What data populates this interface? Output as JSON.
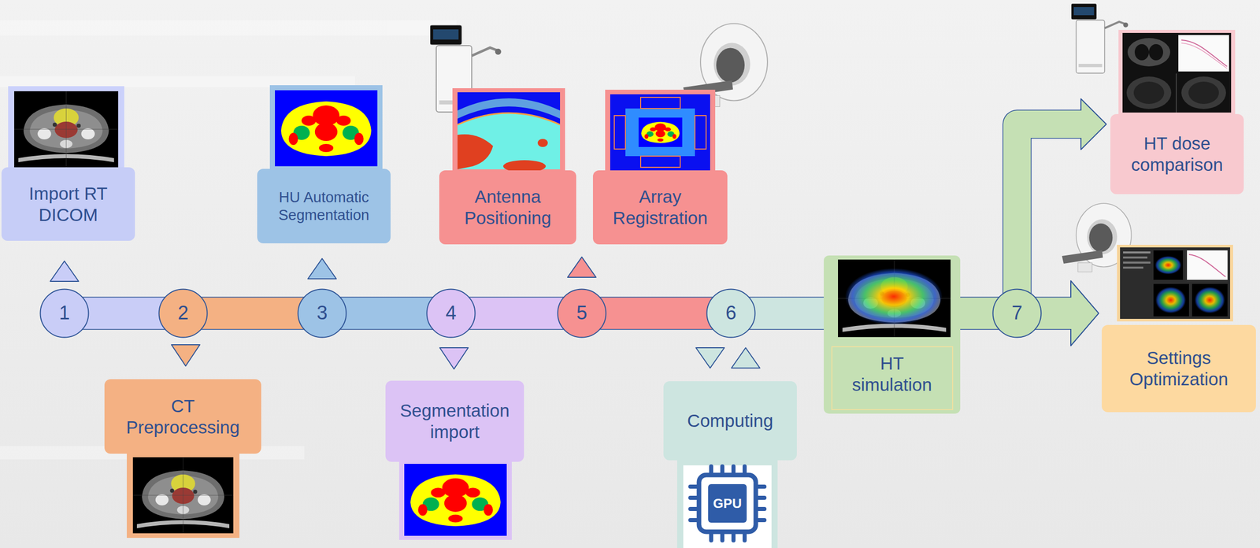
{
  "diagram": {
    "nodes": [
      {
        "text": [
          "1"
        ]
      },
      {
        "text": [
          "2"
        ]
      },
      {
        "text": [
          "3"
        ]
      },
      {
        "text": [
          "4"
        ]
      },
      {
        "text": [
          "5"
        ]
      },
      {
        "text": [
          "6"
        ]
      },
      {
        "text": [
          "7"
        ]
      },
      {
        "text": [
          "Import RT DICOM"
        ]
      },
      {
        "text": [
          "CT Preprocessing"
        ]
      },
      {
        "text": [
          "HU Automatic Segmentation"
        ]
      },
      {
        "text": [
          "Segmentation import"
        ]
      },
      {
        "text": [
          "Antenna Positioning"
        ]
      },
      {
        "text": [
          "Array Registration"
        ]
      },
      {
        "text": [
          "Computing"
        ]
      },
      {
        "text": [
          "HT simulation"
        ]
      },
      {
        "text": [
          "HT dose comparison"
        ]
      },
      {
        "text": [
          "Settings Optimization"
        ]
      }
    ],
    "edges": [
      {
        "from": 0,
        "to": 1,
        "arrow": "none"
      },
      {
        "from": 1,
        "to": 2,
        "arrow": "none"
      },
      {
        "from": 2,
        "to": 3,
        "arrow": "none"
      },
      {
        "from": 3,
        "to": 4,
        "arrow": "none"
      },
      {
        "from": 4,
        "to": 5,
        "arrow": "none"
      },
      {
        "from": 5,
        "to": 14,
        "arrow": "none"
      },
      {
        "from": 14,
        "to": 6,
        "arrow": "none"
      },
      {
        "from": 6,
        "to": 15,
        "arrow": "to"
      },
      {
        "from": 6,
        "to": 16,
        "arrow": "to"
      }
    ],
    "labels": [
      "GPU"
    ]
  }
}
